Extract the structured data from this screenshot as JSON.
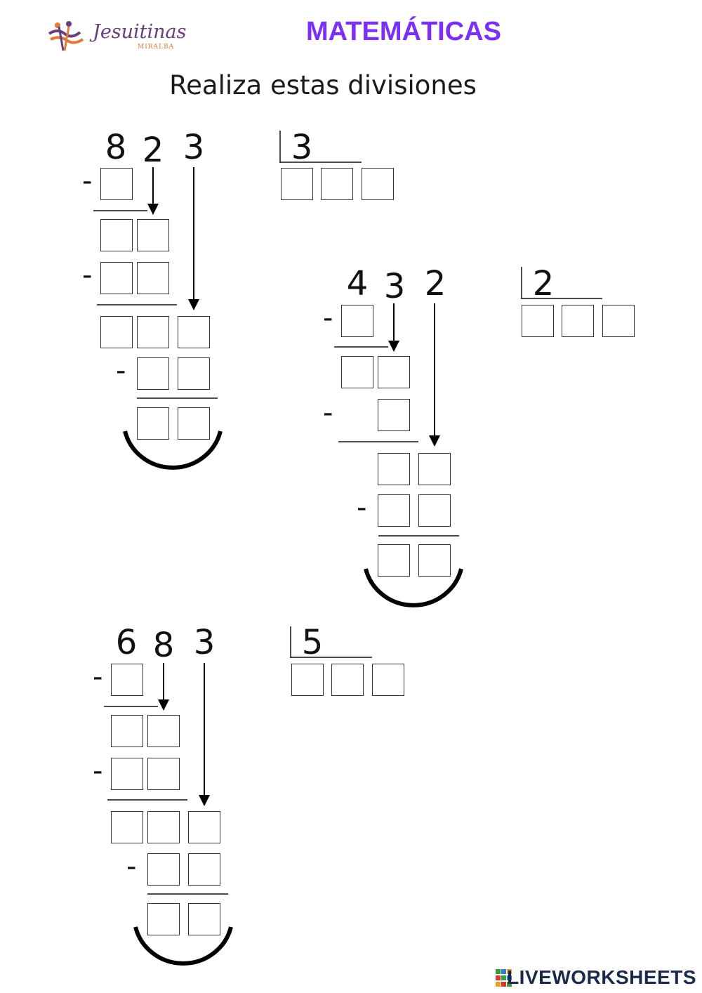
{
  "header": {
    "logo_text": "Jesuitinas",
    "logo_subtext": "MIRALBA",
    "logo_icon": "ihs-logo-icon",
    "title": "MATEMÁTICAS"
  },
  "instruction": "Realiza estas divisiones",
  "divisions": [
    {
      "dividend": [
        "8",
        "2",
        "3"
      ],
      "divisor": "3"
    },
    {
      "dividend": [
        "4",
        "3",
        "2"
      ],
      "divisor": "2"
    },
    {
      "dividend": [
        "6",
        "8",
        "3"
      ],
      "divisor": "5"
    }
  ],
  "minus_sign": "-",
  "footer": {
    "brand": "LIVEWORKSHEETS",
    "brand_icon": "liveworksheets-icon"
  },
  "colors": {
    "title": "#7b2ff7",
    "logo_purple": "#6a3d7e",
    "logo_orange": "#e07a3b"
  }
}
